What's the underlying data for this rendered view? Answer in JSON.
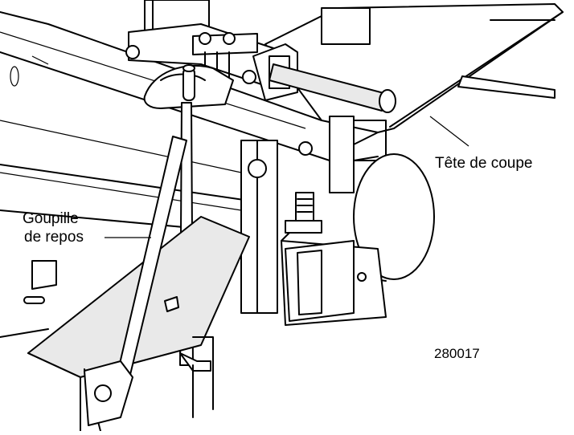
{
  "labels": {
    "cutting_head": "Tête de coupe",
    "rest_pin_line1": "Goupille",
    "rest_pin_line2": "de repos",
    "figure_number": "280017"
  },
  "icons": {
    "nut": "hex-nut",
    "bolt": "hex-bolt"
  }
}
